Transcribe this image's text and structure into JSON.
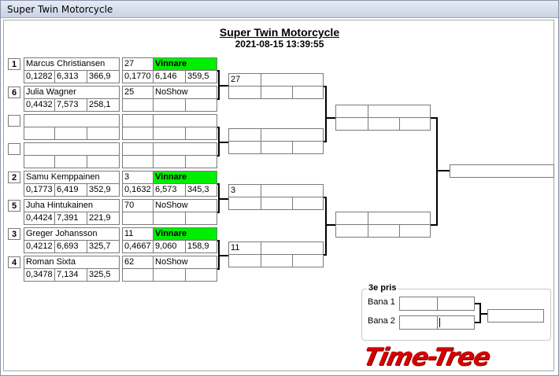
{
  "window": {
    "title": "Super Twin Motorcycle"
  },
  "header": {
    "title": "Super Twin Motorcycle",
    "datetime": "2021-08-15 13:39:55"
  },
  "colors": {
    "winner": "#00ee00",
    "logo": "#d40000"
  },
  "round1": [
    {
      "seed": "1",
      "name": "Marcus Christiansen",
      "stats": [
        "0,1282",
        "6,313",
        "366,9"
      ],
      "lane": "27",
      "status": "Vinnare",
      "result": [
        "0,1770",
        "6,146",
        "359,5"
      ],
      "winner": true
    },
    {
      "seed": "6",
      "name": "Julia Wagner",
      "stats": [
        "0,4432",
        "7,573",
        "258,1"
      ],
      "lane": "25",
      "status": "NoShow",
      "result": [
        "",
        "",
        ""
      ],
      "winner": false
    },
    {
      "seed": "",
      "name": "",
      "stats": [
        "",
        "",
        ""
      ],
      "lane": "",
      "status": "",
      "result": [
        "",
        "",
        ""
      ],
      "winner": false
    },
    {
      "seed": "",
      "name": "",
      "stats": [
        "",
        "",
        ""
      ],
      "lane": "",
      "status": "",
      "result": [
        "",
        "",
        ""
      ],
      "winner": false
    },
    {
      "seed": "2",
      "name": "Samu Kemppainen",
      "stats": [
        "0,1773",
        "6,419",
        "352,9"
      ],
      "lane": "3",
      "status": "Vinnare",
      "result": [
        "0,1632",
        "6,573",
        "345,3"
      ],
      "winner": true
    },
    {
      "seed": "5",
      "name": "Juha Hintukainen",
      "stats": [
        "0,4424",
        "7,391",
        "221,9"
      ],
      "lane": "70",
      "status": "NoShow",
      "result": [
        "",
        "",
        ""
      ],
      "winner": false
    },
    {
      "seed": "3",
      "name": "Greger Johansson",
      "stats": [
        "0,4212",
        "6,693",
        "325,7"
      ],
      "lane": "11",
      "status": "Vinnare",
      "result": [
        "0,4667",
        "9,060",
        "158,9"
      ],
      "winner": true
    },
    {
      "seed": "4",
      "name": "Roman Sixta",
      "stats": [
        "0,3478",
        "7,134",
        "325,5"
      ],
      "lane": "62",
      "status": "NoShow",
      "result": [
        "",
        "",
        ""
      ],
      "winner": false
    }
  ],
  "round2": [
    {
      "lane": "27"
    },
    {
      "lane": ""
    },
    {
      "lane": "3"
    },
    {
      "lane": "11"
    }
  ],
  "prize": {
    "legend": "3e pris",
    "lane1": "Bana 1",
    "lane2": "Bana 2"
  },
  "logo": {
    "text": "Time-Tree"
  }
}
